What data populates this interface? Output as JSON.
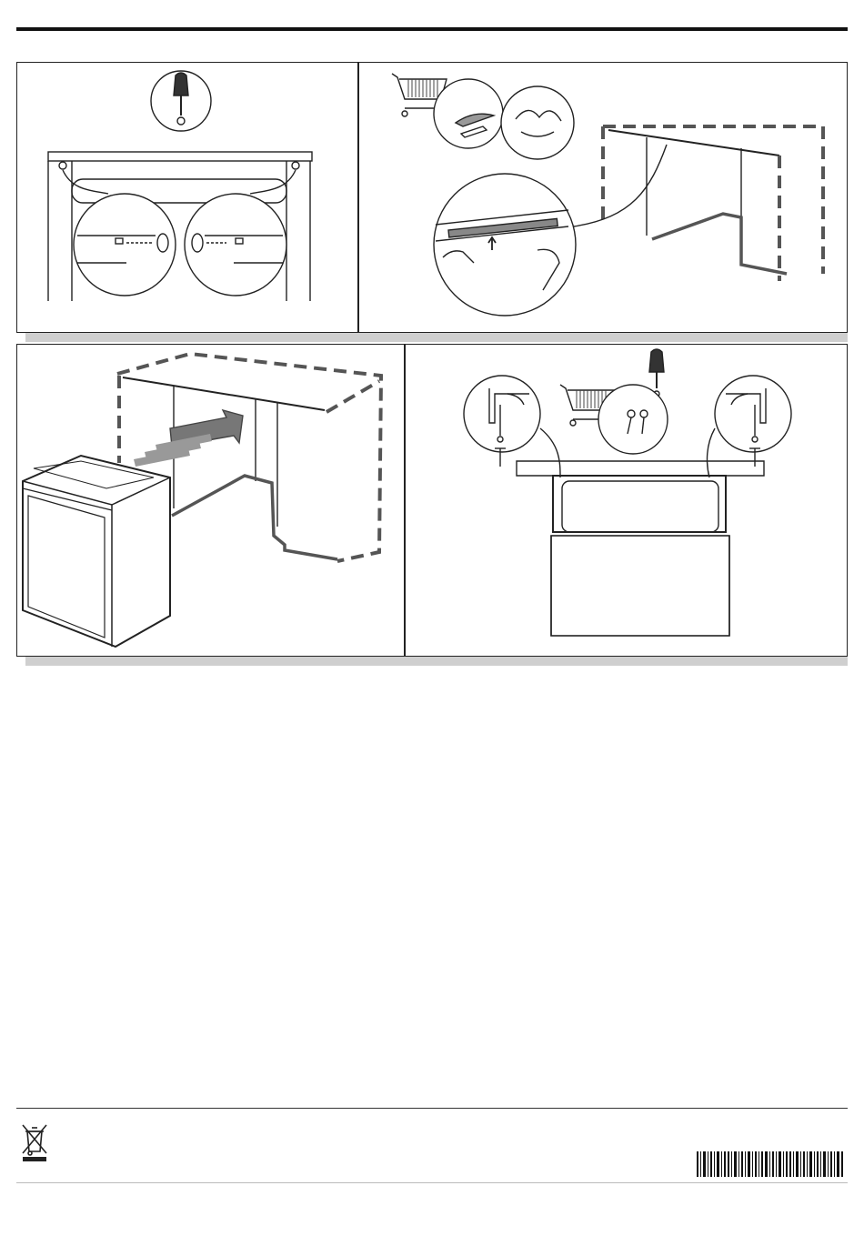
{
  "document": {
    "type": "installation-instructions",
    "panels": [
      {
        "id": "step-1",
        "content": "screwdriver-fixing-top-strip-to-cabinet"
      },
      {
        "id": "step-2",
        "content": "applying-adhesive-protection-strip-under-worktop"
      },
      {
        "id": "step-3",
        "content": "sliding-dishwasher-into-cabinet-niche"
      },
      {
        "id": "step-4",
        "content": "screwing-appliance-brackets-to-worktop"
      }
    ],
    "footer": {
      "icons": [
        "weee-crossed-bin-icon",
        "barcode"
      ]
    }
  }
}
